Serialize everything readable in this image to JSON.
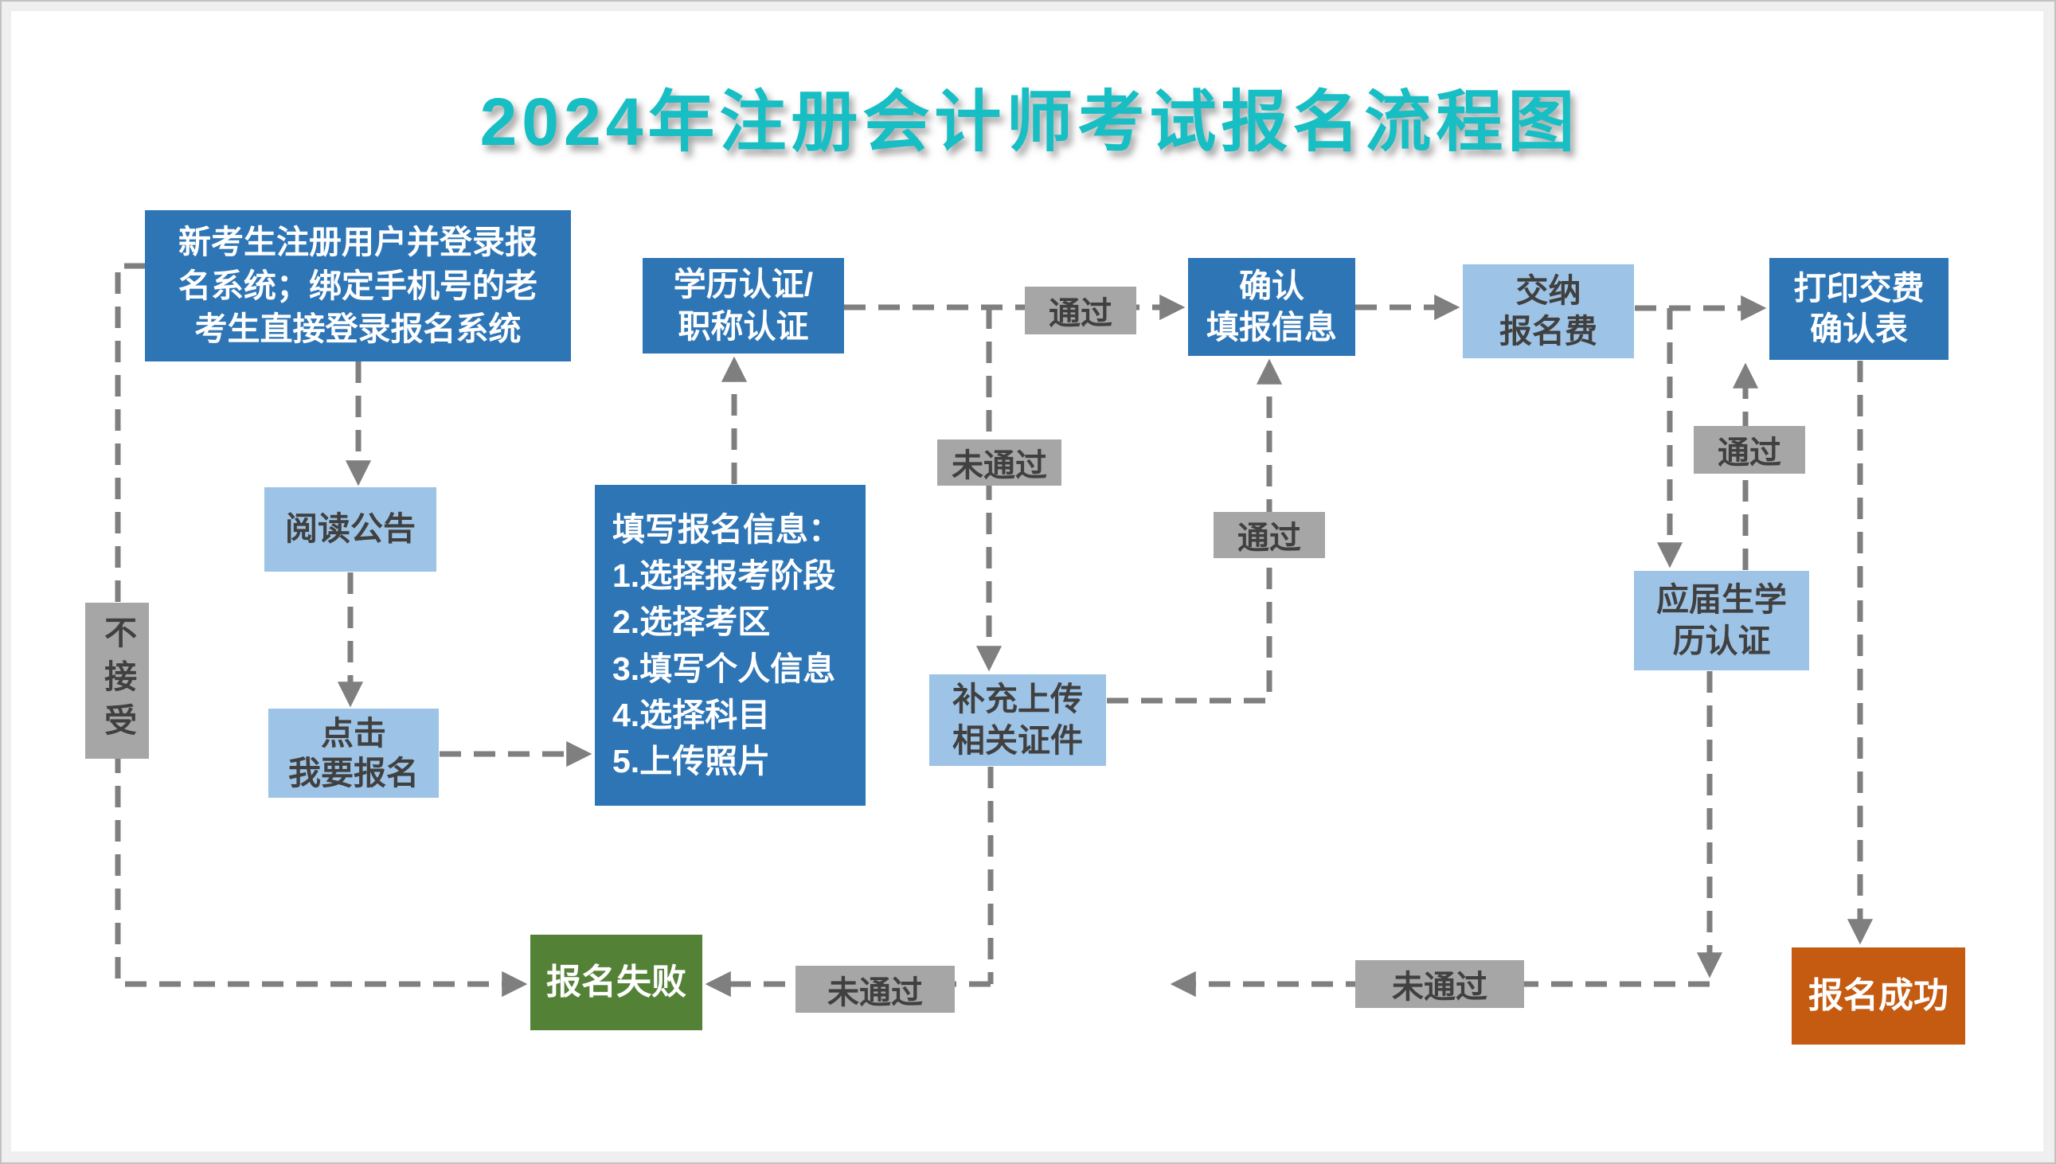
{
  "title": "2024年注册会计师考试报名流程图",
  "colors": {
    "title_teal": "#17bec3",
    "primary_blue": "#2e75b6",
    "light_blue": "#9dc3e6",
    "label_gray": "#a6a6a6",
    "dark_text": "#404040",
    "fail_green": "#538135",
    "success_orange": "#c55a11",
    "connector_gray": "#7f7f7f",
    "frame_gray": "#efefef"
  },
  "nodes": {
    "register": {
      "label": "新考生注册用户并登录报\n名系统；绑定手机号的老\n考生直接登录报名系统"
    },
    "read_notice": {
      "label": "阅读公告"
    },
    "click_apply": {
      "label": "点击\n我要报名"
    },
    "not_accept": {
      "label": "不接受"
    },
    "edu_auth": {
      "label": "学历认证/\n职称认证"
    },
    "fill_info": {
      "label": "填写报名信息：\n1.选择报考阶段\n2.选择考区\n3.填写个人信息\n4.选择科目\n5.上传照片"
    },
    "confirm_info": {
      "label": "确认\n填报信息"
    },
    "pay_fee": {
      "label": "交纳\n报名费"
    },
    "print_confirm": {
      "label": "打印交费\n确认表"
    },
    "supplement_upload": {
      "label": "补充上传\n相关证件"
    },
    "fresh_grad_auth": {
      "label": "应届生学\n历认证"
    },
    "fail": {
      "label": "报名失败"
    },
    "success": {
      "label": "报名成功"
    }
  },
  "edge_labels": {
    "pass_top": {
      "label": "通过"
    },
    "not_pass_mid": {
      "label": "未通过"
    },
    "pass_mid": {
      "label": "通过"
    },
    "pass_right": {
      "label": "通过"
    },
    "not_pass_bottom_left": {
      "label": "未通过"
    },
    "not_pass_bottom_right": {
      "label": "未通过"
    }
  }
}
